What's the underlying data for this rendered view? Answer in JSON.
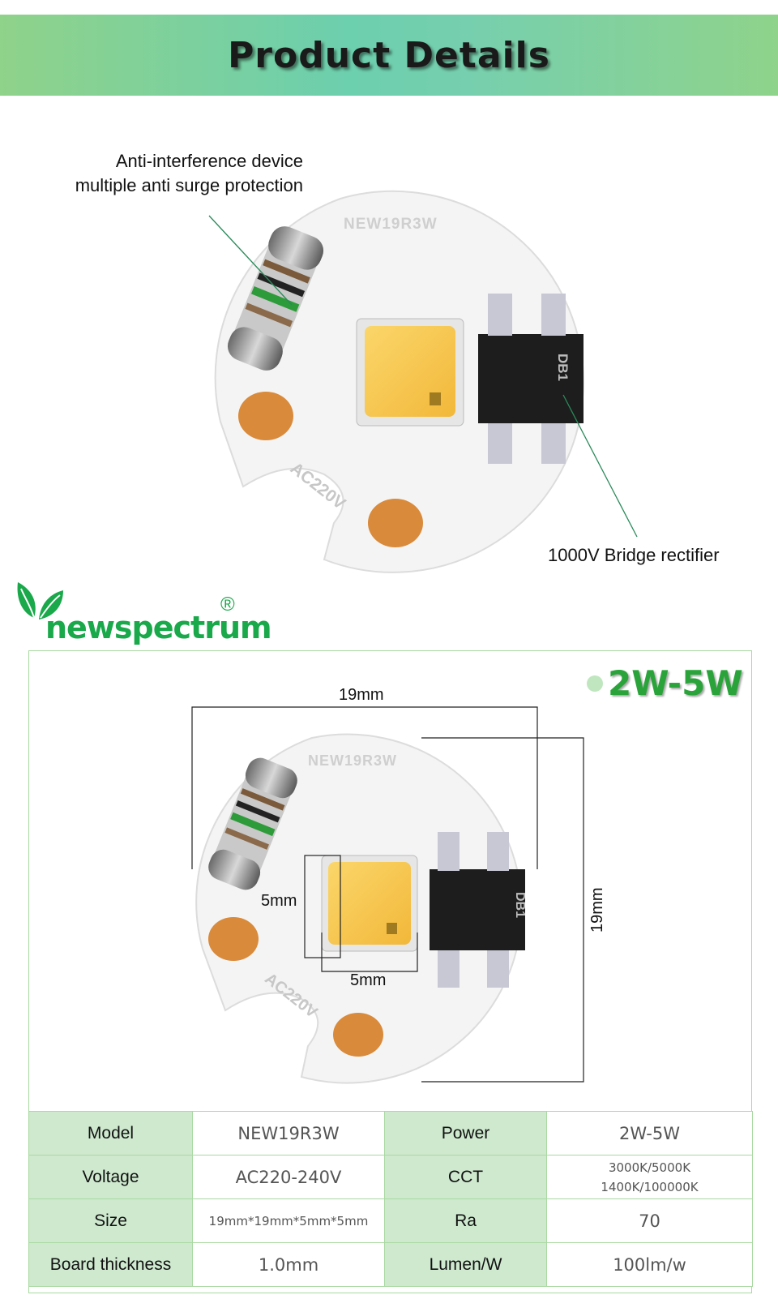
{
  "header": {
    "title": "Product Details"
  },
  "callouts": {
    "surge_line1": "Anti-interference device",
    "surge_line2": "multiple anti surge protection",
    "rectifier": "1000V Bridge rectifier"
  },
  "board": {
    "print_model": "NEW19R3W",
    "print_voltage": "AC220V",
    "print_side": "DB1"
  },
  "brand": {
    "name": "newspectrum",
    "registered": "®"
  },
  "panel": {
    "power_badge": "2W-5W",
    "dim_width": "19mm",
    "dim_height": "19mm",
    "dim_chip_h": "5mm",
    "dim_chip_w": "5mm"
  },
  "specs": {
    "rows": [
      {
        "l1": "Model",
        "v1": "NEW19R3W",
        "l2": "Power",
        "v2": "2W-5W"
      },
      {
        "l1": "Voltage",
        "v1": "AC220-240V",
        "l2": "CCT",
        "v2a": "3000K/5000K",
        "v2b": "1400K/100000K"
      },
      {
        "l1": "Size",
        "v1": "19mm*19mm*5mm*5mm",
        "l2": "Ra",
        "v2": "70"
      },
      {
        "l1": "Board thickness",
        "v1": "1.0mm",
        "l2": "Lumen/W",
        "v2": "100lm/w"
      }
    ]
  },
  "colors": {
    "banner_green": "#6ccfae",
    "brand_green": "#19a84a",
    "table_label_bg": "#cfe9cf",
    "border_green": "#a9d9a2",
    "led_yellow": "#f7c84a"
  }
}
